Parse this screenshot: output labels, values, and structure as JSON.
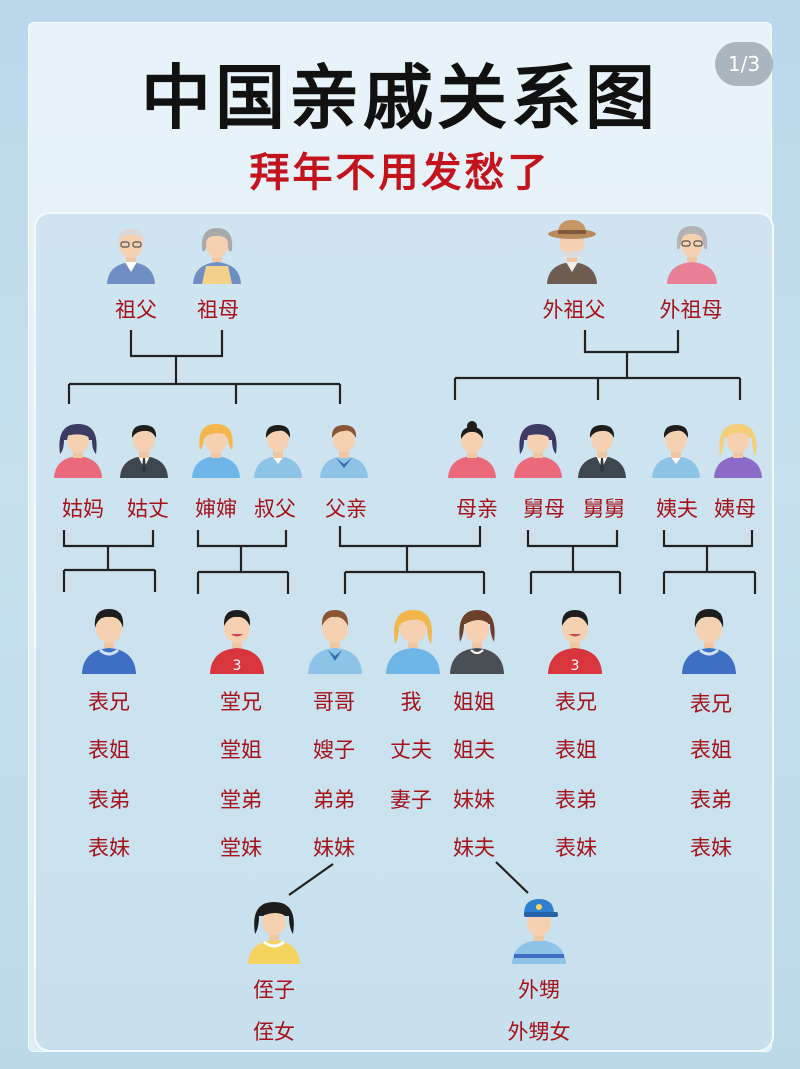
{
  "page": {
    "title": "中国亲戚关系图",
    "subtitle": "拜年不用发愁了",
    "page_indicator": "1/3"
  },
  "labels": {
    "grandfather": "祖父",
    "grandmother": "祖母",
    "maternal_grandfather": "外祖父",
    "maternal_grandmother": "外祖母",
    "paternal_aunt": "姑妈",
    "paternal_aunt_husband": "姑丈",
    "uncle_wife": "婶婶",
    "uncle": "叔父",
    "father": "父亲",
    "mother": "母亲",
    "maternal_uncle_wife": "舅母",
    "maternal_uncle": "舅舅",
    "maternal_aunt_husband": "姨夫",
    "maternal_aunt": "姨母"
  },
  "columns": {
    "paternal_aunt_kids": [
      "表兄",
      "表姐",
      "表弟",
      "表妹"
    ],
    "uncle_kids": [
      "堂兄",
      "堂姐",
      "堂弟",
      "堂妹"
    ],
    "siblings_left": [
      "哥哥",
      "嫂子",
      "弟弟",
      "妹妹"
    ],
    "me_col": [
      "我",
      "丈夫",
      "妻子"
    ],
    "siblings_right": [
      "姐姐",
      "姐夫",
      "妹妹",
      "妹夫"
    ],
    "maternal_uncle_kids": [
      "表兄",
      "表姐",
      "表弟",
      "表妹"
    ],
    "maternal_aunt_kids": [
      "表兄",
      "表姐",
      "表弟",
      "表妹"
    ]
  },
  "bottom": {
    "nephew_niece": [
      "侄子",
      "侄女"
    ],
    "sister_kids": [
      "外甥",
      "外甥女"
    ]
  },
  "colors": {
    "label_red": "#a5121a",
    "subtitle_red": "#c3141d",
    "line": "#222222"
  }
}
